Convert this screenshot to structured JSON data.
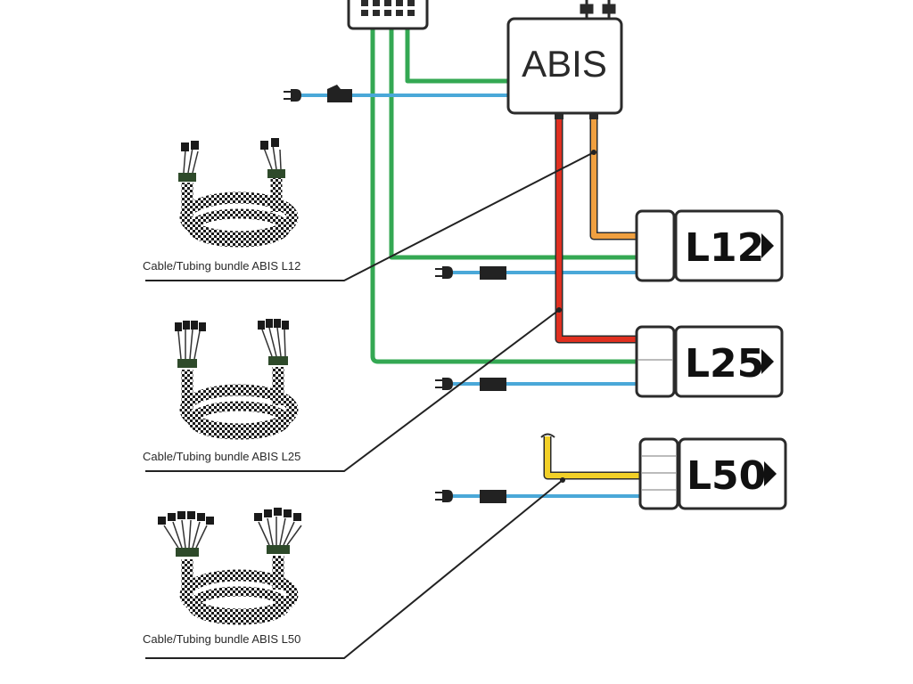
{
  "controller": {
    "label": "ABIS"
  },
  "units": [
    {
      "id": "l12",
      "label": "L12"
    },
    {
      "id": "l25",
      "label": "L25"
    },
    {
      "id": "l50",
      "label": "L50"
    }
  ],
  "bundles": [
    {
      "id": "l12",
      "caption": "Cable/Tubing bundle ABIS L12"
    },
    {
      "id": "l25",
      "caption": "Cable/Tubing bundle ABIS L25"
    },
    {
      "id": "l50",
      "caption": "Cable/Tubing bundle ABIS L50"
    }
  ],
  "colors": {
    "signal_line": "#34a853",
    "power_line": "#4aa8d8",
    "l12_tubing": "#f0a040",
    "l25_tubing": "#e03020",
    "l50_tubing": "#f2d028",
    "box_border": "#2b2b2b",
    "leader_line": "#222222"
  },
  "icons": [
    "power-plug-icon",
    "inline-connector-icon",
    "play-arrow-icon",
    "cable-bundle-icon"
  ]
}
